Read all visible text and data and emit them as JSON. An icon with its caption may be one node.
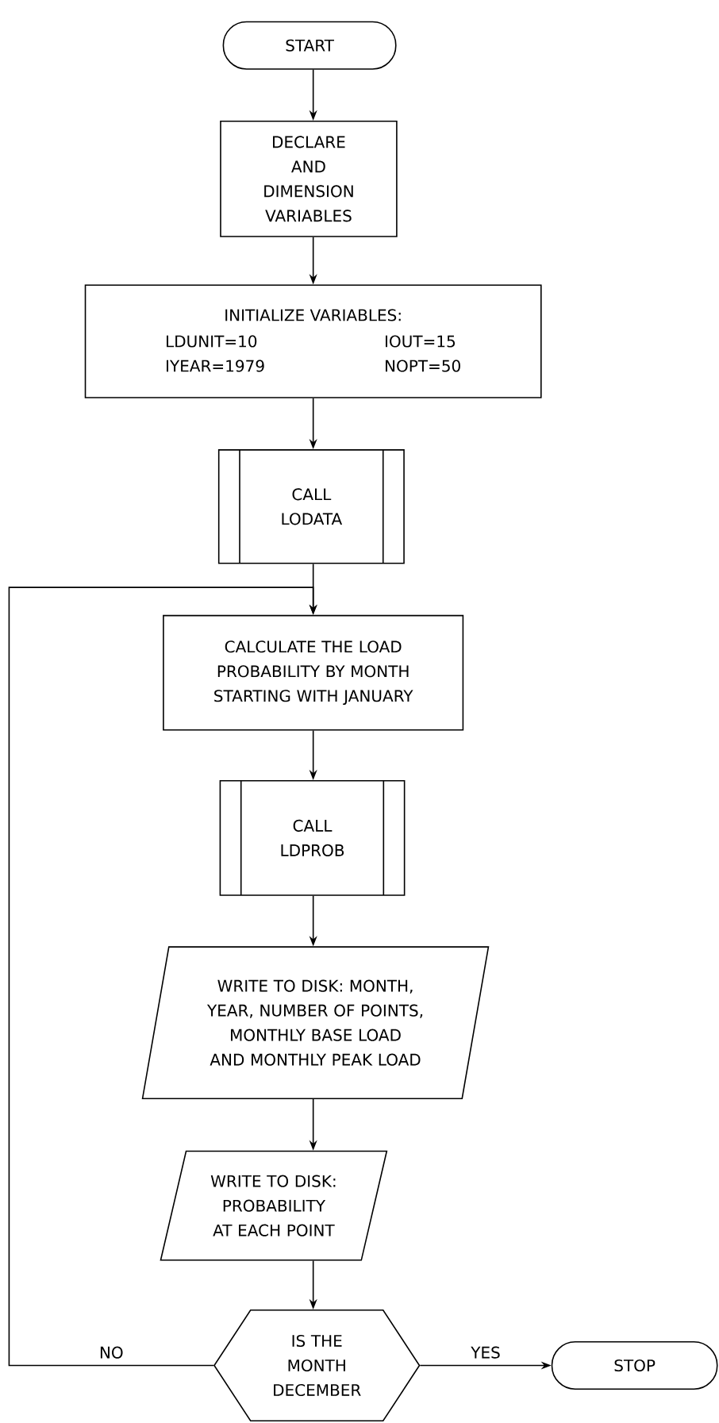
{
  "diagram": {
    "nodes": [
      {
        "text": [
          "START"
        ]
      },
      {
        "text": [
          "DECLARE AND DIMENSION VARIABLES"
        ]
      },
      {
        "text": [
          "INITIALIZE VARIABLES:",
          "LDUNIT=10",
          "IOUT=15",
          "IYEAR=1979",
          "NOPT=50"
        ]
      },
      {
        "text": [
          "CALL LODATA"
        ]
      },
      {
        "text": [
          "CALCULATE THE LOAD PROBABILITY BY MONTH STARTING WITH JANUARY"
        ]
      },
      {
        "text": [
          "CALL LDPROB"
        ]
      },
      {
        "text": [
          "WRITE TO DISK: MONTH, YEAR, NUMBER OF POINTS, MONTHLY BASE LOAD AND MONTHLY PEAK LOAD"
        ]
      },
      {
        "text": [
          "WRITE TO DISK: PROBABILITY AT EACH POINT"
        ]
      },
      {
        "text": [
          "IS THE MONTH DECEMBER"
        ]
      },
      {
        "text": [
          "STOP"
        ]
      }
    ],
    "edges": [
      {
        "from": 0,
        "to": 1,
        "arrow": "to"
      },
      {
        "from": 1,
        "to": 2,
        "arrow": "to"
      },
      {
        "from": 2,
        "to": 3,
        "arrow": "to"
      },
      {
        "from": 3,
        "to": 4,
        "arrow": "to"
      },
      {
        "from": 4,
        "to": 5,
        "arrow": "to"
      },
      {
        "from": 5,
        "to": 6,
        "arrow": "to"
      },
      {
        "from": 6,
        "to": 7,
        "arrow": "to"
      },
      {
        "from": 7,
        "to": 8,
        "arrow": "to"
      },
      {
        "from": 8,
        "to": 4,
        "arrow": "to",
        "label": "NO"
      },
      {
        "from": 8,
        "to": 9,
        "arrow": "to",
        "label": "YES"
      }
    ]
  }
}
